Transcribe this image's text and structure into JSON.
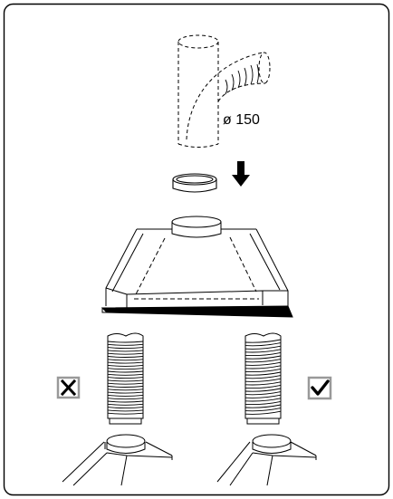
{
  "diagram": {
    "duct_diameter_label": "ø 150",
    "colors": {
      "stroke": "#000000",
      "background": "#ffffff",
      "badge_frame": "#999999",
      "badge_fill": "#ffffff"
    },
    "icons": {
      "down_arrow": "arrow-down-icon",
      "wrong": "x-mark-icon",
      "correct": "check-mark-icon"
    },
    "options": [
      {
        "id": "straight-flexible-duct",
        "status": "wrong"
      },
      {
        "id": "spiral-flexible-duct",
        "status": "correct"
      }
    ]
  }
}
